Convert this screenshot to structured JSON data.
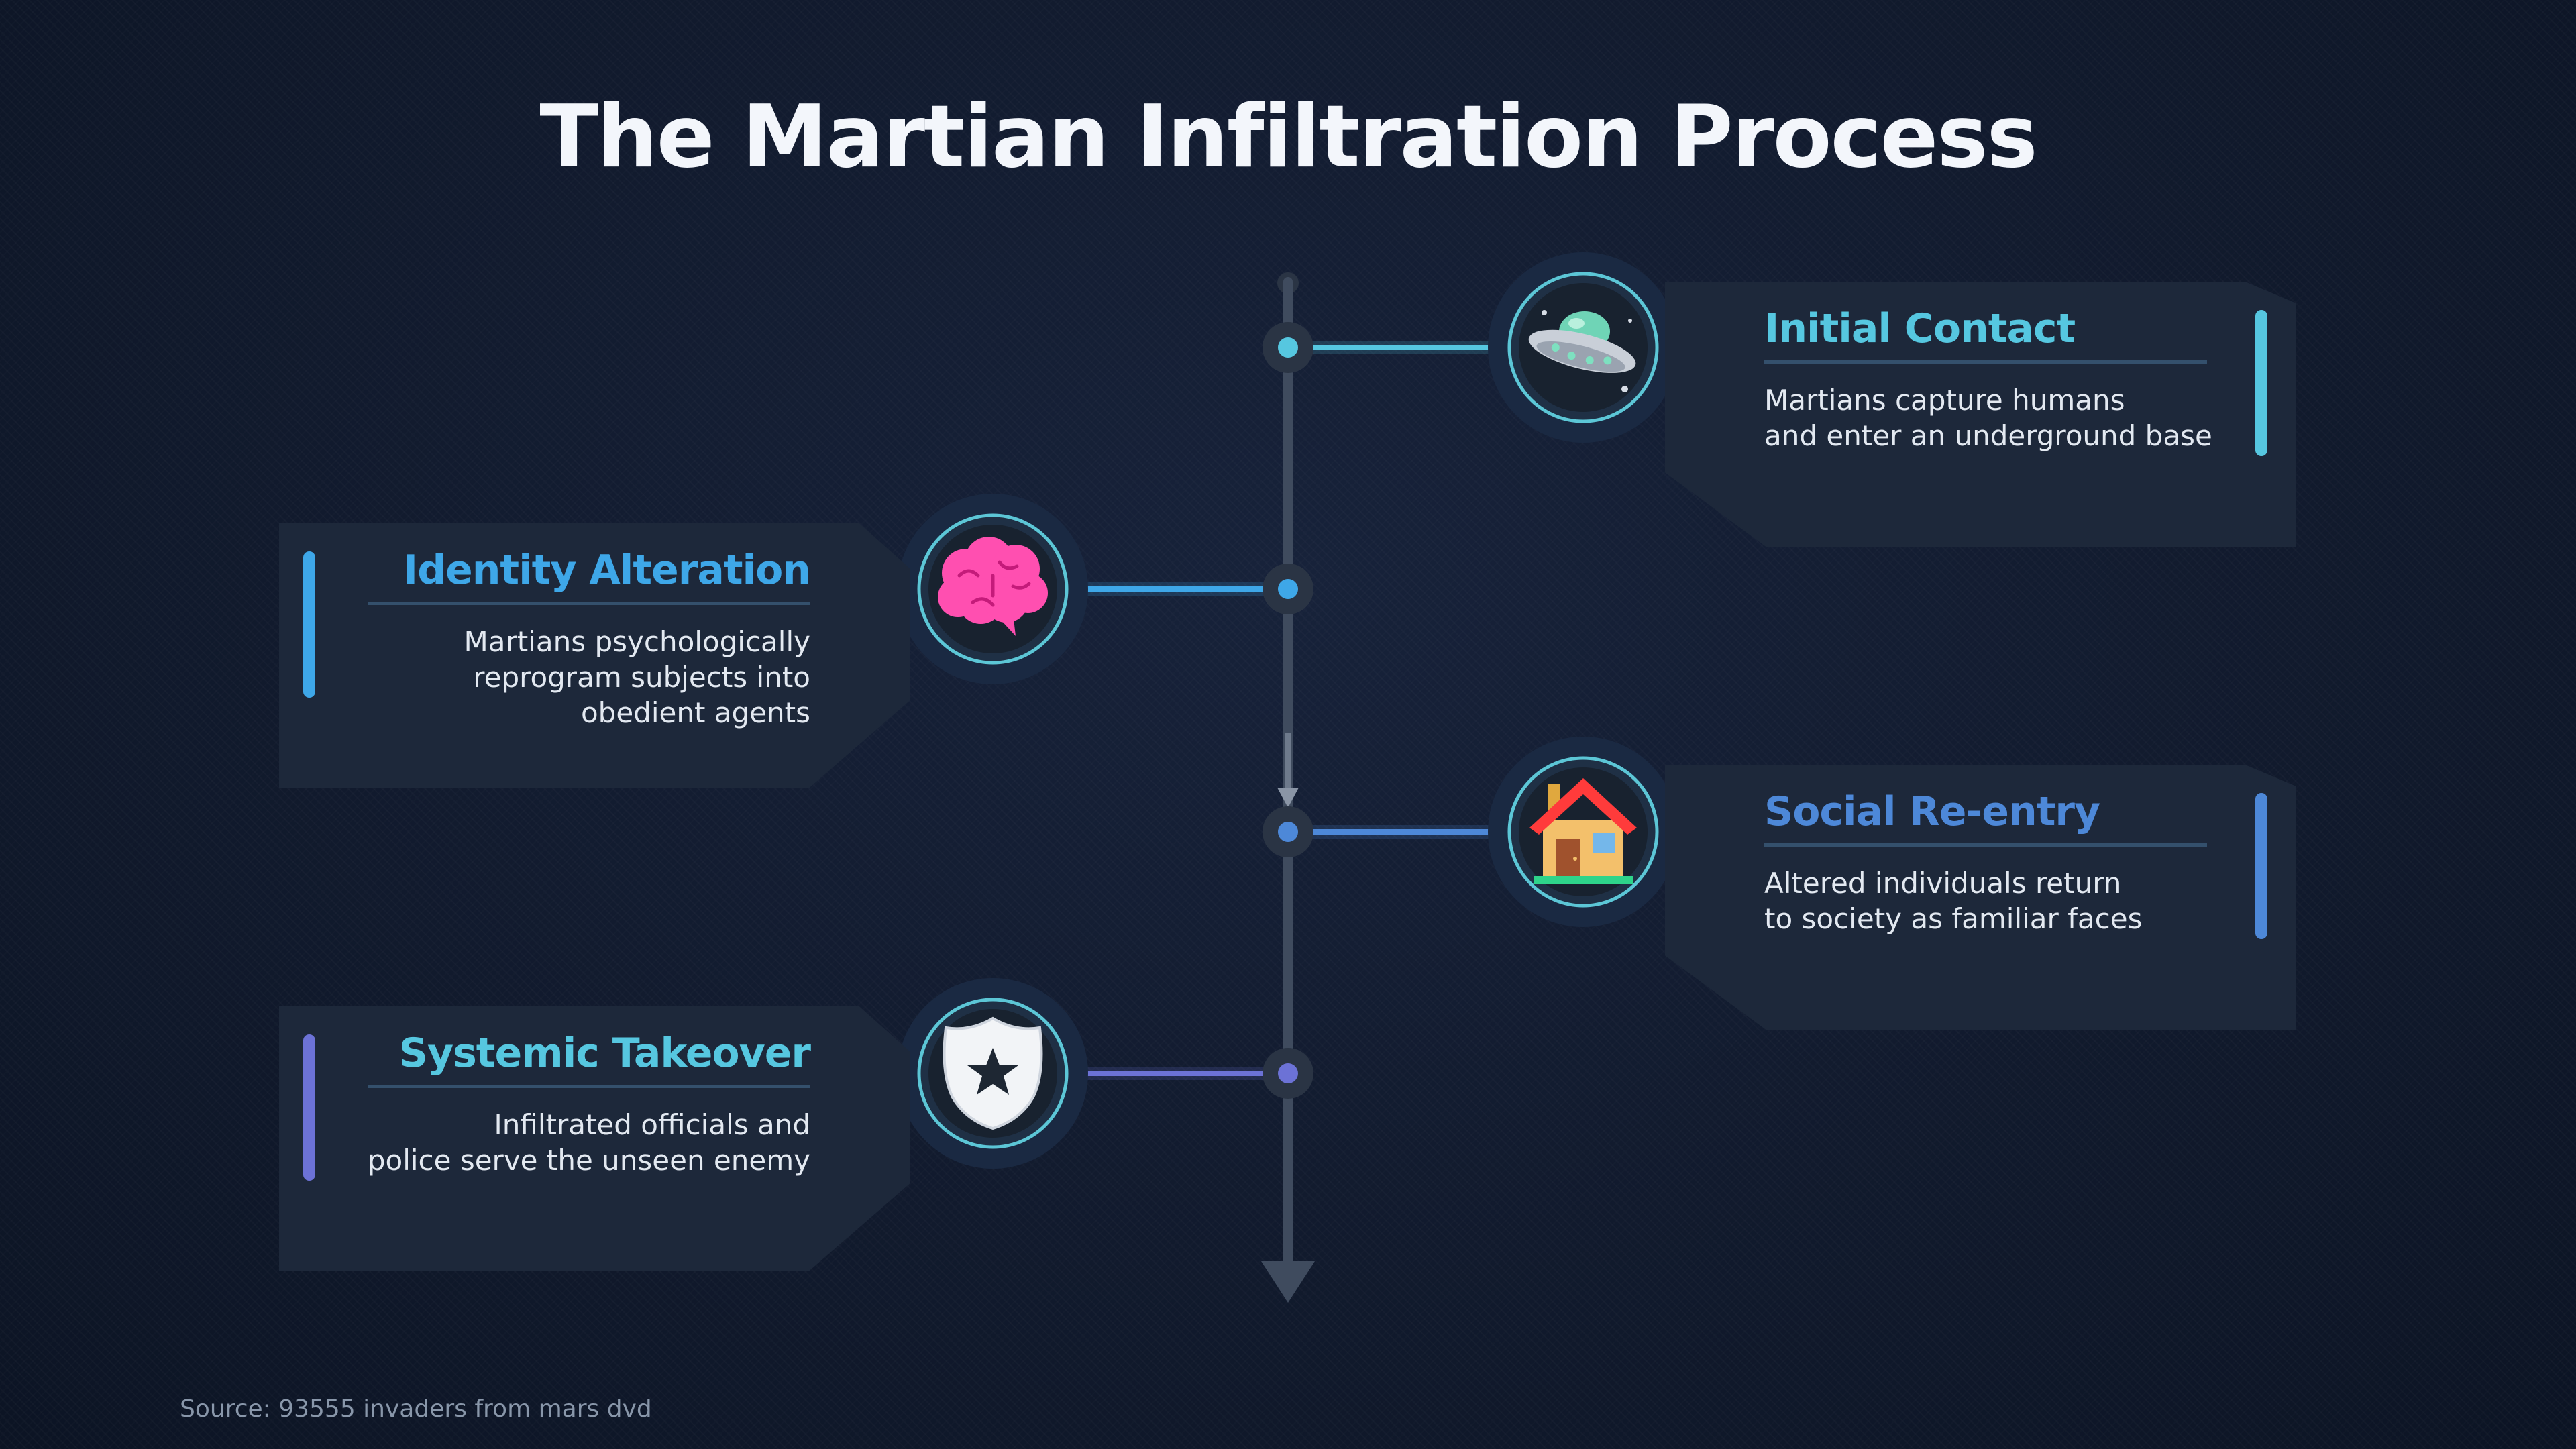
{
  "title": "The Martian Infiltration Process",
  "source": "Source: 93555 invaders from mars dvd",
  "colors": {
    "background": "#111a2d",
    "card": "#1d283a",
    "axis": "#3f4b5e",
    "step1": "#56c7e0",
    "step2": "#3ea7e8",
    "step3": "#4d88d8",
    "step4": "#6c72d6"
  },
  "steps": [
    {
      "title": "Initial Contact",
      "description_lines": [
        "Martians capture humans",
        "and enter an underground base"
      ],
      "icon": "flying-saucer-icon",
      "side": "right",
      "color": "#56c7e0"
    },
    {
      "title": "Identity Alteration",
      "description_lines": [
        "Martians psychologically",
        "reprogram subjects into",
        "obedient agents"
      ],
      "icon": "brain-icon",
      "side": "left",
      "color": "#3ea7e8"
    },
    {
      "title": "Social Re-entry",
      "description_lines": [
        "Altered individuals return",
        "to society as familiar faces"
      ],
      "icon": "house-icon",
      "side": "right",
      "color": "#4d88d8"
    },
    {
      "title": "Systemic Takeover",
      "description_lines": [
        "Infiltrated officials and",
        "police serve the unseen enemy"
      ],
      "icon": "police-badge-icon",
      "side": "left",
      "color": "#6c72d6"
    }
  ]
}
